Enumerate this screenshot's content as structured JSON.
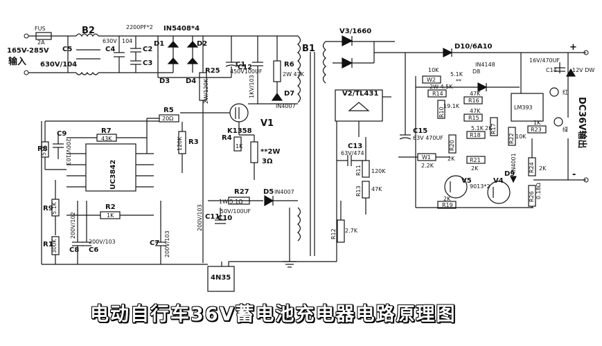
{
  "title": "电动自行车36V蓄电池充电器电路原理图",
  "input": {
    "fuse": "FUS",
    "fuse_rating": "2A",
    "range": "165V-285V",
    "label": "输入"
  },
  "output": {
    "label": "DC36V输出",
    "plus": "+",
    "minus": "-"
  },
  "components": {
    "B2": "B2",
    "B1": "B1",
    "C5": "C5",
    "C5_val": "630V/104",
    "C4": "C4",
    "C4_val": "630V",
    "C4_val2": "104",
    "C2": "C2",
    "C3": "C3",
    "C2C3_val": "2200PF*2",
    "bridge": "IN5408*4",
    "D1": "D1",
    "D2": "D2",
    "D3": "D3",
    "D4": "D4",
    "C1": "C1",
    "C1_val": "450V100UF",
    "R25": "R25",
    "R25_val": "2W/120K",
    "C12": "C12",
    "C12_val": "1KV/103",
    "R6": "R6",
    "R6_val": "2W 47K",
    "D7": "D7",
    "D7_val": "IN4007",
    "V1": "V1",
    "V1_part": "K1358",
    "R4": "R4",
    "R4_val": "1K",
    "R_sense": "**2W",
    "R_sense_val": "3Ω",
    "R5": "R5",
    "R5_val": "20Ω",
    "R3": "R3",
    "R3_val": "120K",
    "C9": "C9",
    "C9_val": "200V/103",
    "R7": "R7",
    "R7_val": "43K",
    "R8": "R8",
    "R8_val": "51K",
    "IC": "UC3842",
    "R2": "R2",
    "R2_val": "1K",
    "R9": "R9",
    "R9_val": "5.1K",
    "R1": "R1",
    "R1_val": "300K",
    "C8": "C8",
    "C8_val": "200V/102",
    "C6": "C6",
    "C6_val": "200V/103",
    "C7": "C7",
    "C7_val": "200V/103",
    "C11": "C11",
    "C11_val": "200V/103",
    "R27": "R27",
    "R27_val": "1W 5.1Ω",
    "C10": "C10",
    "C10_val": "50V/100UF",
    "D5": "D5",
    "D5_val": "IN4007",
    "opto": "4N35",
    "V3": "V3/1660",
    "V2": "V2/TL431",
    "C13": "C13",
    "C13_val": "63V/474",
    "R11": "R11",
    "R11_val": "120K",
    "R13": "R13",
    "R13_val": "47K",
    "R12": "R12",
    "R12_val": "2.7K",
    "D10": "D10/6A10",
    "C15": "C15",
    "C15_val": "63V 470UF",
    "W1": "W1",
    "W1_val": "2.2K",
    "W2": "W2",
    "W2_val": "10K",
    "D8": "D8",
    "D8_val": "IN4148",
    "R14": "R14",
    "R14_val": "5.1K",
    "R14_extra": "2W 4.5K",
    "R10": "R10",
    "R10_val": "19.1K",
    "R16": "R16",
    "R16_val": "47K",
    "R15": "R15",
    "R15_val": "47K",
    "R18": "R18",
    "R18_val": "5.1K",
    "R20": "R20",
    "R20_val": "2K",
    "R21": "R21",
    "R21_val": "2K",
    "R17": "R17",
    "R17_val": "2K",
    "R22": "R22",
    "R22_val": "10K",
    "R23": "R23",
    "R23_val": "1K",
    "IC2": "LM393",
    "C14": "C14",
    "C14_val": "16V/470UF",
    "DW": "12V DW",
    "red": "红",
    "green": "绿",
    "V5": "V5",
    "V4": "V4",
    "V4_part": "9013*2",
    "D9": "D9",
    "D9_val": "IN4001",
    "R24": "R24",
    "R24_val": "2K",
    "R26": "R26",
    "R26_val": "0.18Ω",
    "R19": "R19",
    "R19_val": "2K",
    "dbl": "**"
  }
}
